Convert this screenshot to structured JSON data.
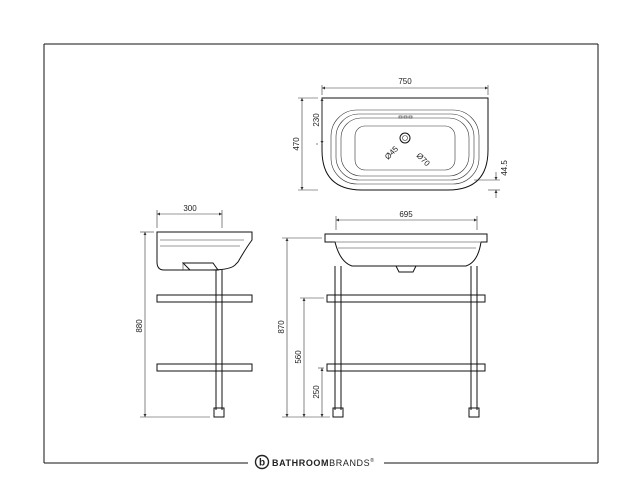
{
  "brand": {
    "name_bold": "BATHROOM",
    "name_light": "BRANDS",
    "mark": "®",
    "logo_letter": "b"
  },
  "top_view": {
    "width": "750",
    "depth": "470",
    "bowl_depth": "230",
    "rim": "44.5",
    "tap_hole": "Ø45",
    "waste": "Ø70"
  },
  "side_view": {
    "depth": "300",
    "height": "880"
  },
  "front_view": {
    "width": "695",
    "height": "870",
    "upper_shelf": "560",
    "lower_shelf": "250"
  }
}
